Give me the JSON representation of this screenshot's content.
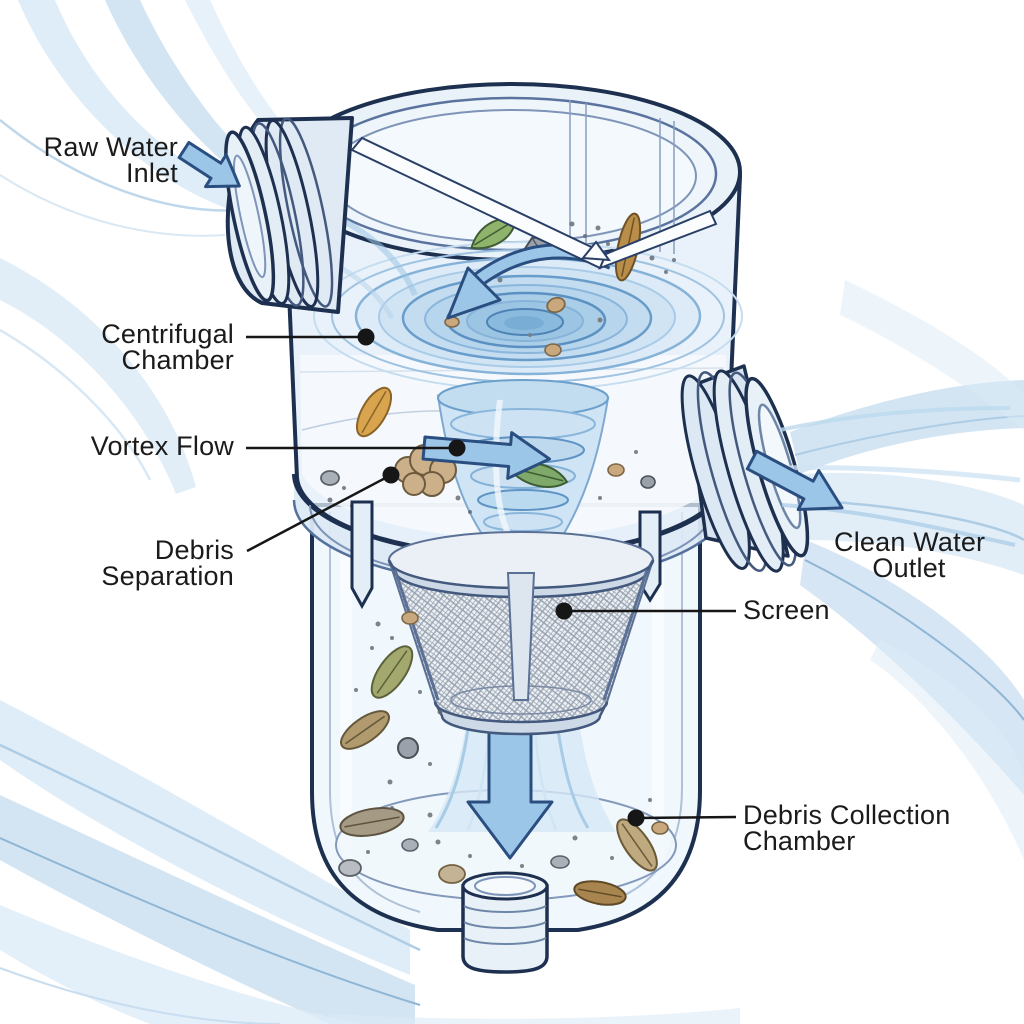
{
  "diagram": {
    "subject": "centrifugal-water-filter-cutaway",
    "labels": {
      "raw_water_inlet": {
        "lines": [
          "Raw Water",
          "Inlet"
        ]
      },
      "centrifugal_chamber": {
        "lines": [
          "Centrifugal",
          "Chamber"
        ]
      },
      "vortex_flow": {
        "lines": [
          "Vortex Flow"
        ]
      },
      "debris_separation": {
        "lines": [
          "Debris",
          "Separation"
        ]
      },
      "clean_water_outlet": {
        "lines": [
          "Clean Water",
          "Outlet"
        ]
      },
      "screen": {
        "lines": [
          "Screen"
        ]
      },
      "debris_collection_chamber": {
        "lines": [
          "Debris Collection",
          "Chamber"
        ]
      }
    }
  },
  "colors": {
    "ink": "#1e3050",
    "arrow_fill": "#9cc6e8",
    "arrow_stroke": "#2b4e80",
    "leader": "#161616",
    "label_text": "#1b1b1b"
  }
}
